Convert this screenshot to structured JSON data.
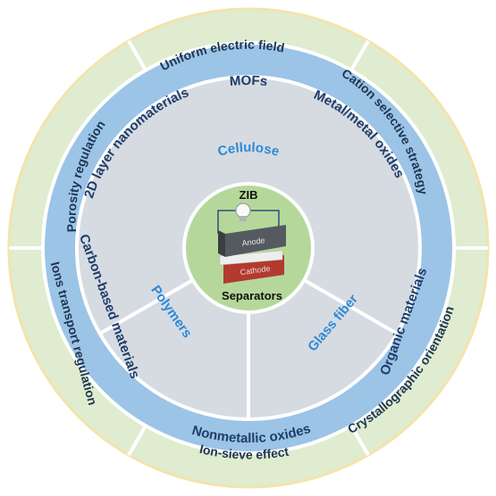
{
  "center": {
    "title": "ZIB",
    "subtitle": "Separators",
    "anode_label": "Anode",
    "cathode_label": "Cathode"
  },
  "inner_ring": [
    "Cellulose",
    "Polymers",
    "Glass fiber"
  ],
  "middle_ring": [
    "MOFs",
    "Metal/metal oxides",
    "Organic materials",
    "Nonmetallic oxides",
    "Carbon-based materials",
    "2D layer nanomaterials"
  ],
  "outer_ring": [
    "Uniform electric field",
    "Cation selective strategy",
    "Crystallographic orientation",
    "Ion-sieve effect",
    "Ions transport regulation",
    "Porosity regulation"
  ],
  "colors": {
    "outer_fill": "#dfeccf",
    "outer_stroke": "#f3e3ad",
    "middle_fill": "#9cc4e6",
    "middle_text": "#1f3d6a",
    "inner_fill": "#d6dbe2",
    "inner_text": "#2b8ad6",
    "center_fill": "#b5d89a",
    "outer_text": "#1e3552",
    "anode": "#555a60",
    "cathode": "#b23a2f"
  }
}
